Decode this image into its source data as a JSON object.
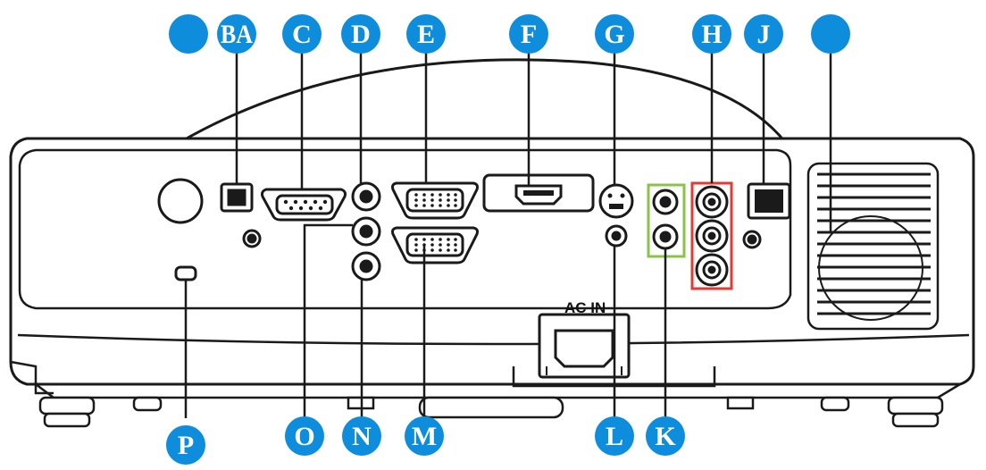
{
  "colors": {
    "callout": "#0d8ddb",
    "callout_text": "#ffffff",
    "line": "#1a1a1a",
    "composite_box": "#8bc34a",
    "component_box": "#e53935"
  },
  "panel": {
    "power_inlet_label": "AC IN"
  },
  "callouts": [
    {
      "id": "A",
      "text": ""
    },
    {
      "id": "B",
      "text": "BA"
    },
    {
      "id": "C",
      "text": "C"
    },
    {
      "id": "D",
      "text": "D"
    },
    {
      "id": "E",
      "text": "E"
    },
    {
      "id": "F",
      "text": "F"
    },
    {
      "id": "G",
      "text": "G"
    },
    {
      "id": "H",
      "text": "H"
    },
    {
      "id": "J",
      "text": "J"
    },
    {
      "id": "I",
      "text": ""
    },
    {
      "id": "P",
      "text": "P"
    },
    {
      "id": "O",
      "text": "O"
    },
    {
      "id": "N",
      "text": "N"
    },
    {
      "id": "M",
      "text": "M"
    },
    {
      "id": "L",
      "text": "L"
    },
    {
      "id": "K",
      "text": "K"
    }
  ]
}
